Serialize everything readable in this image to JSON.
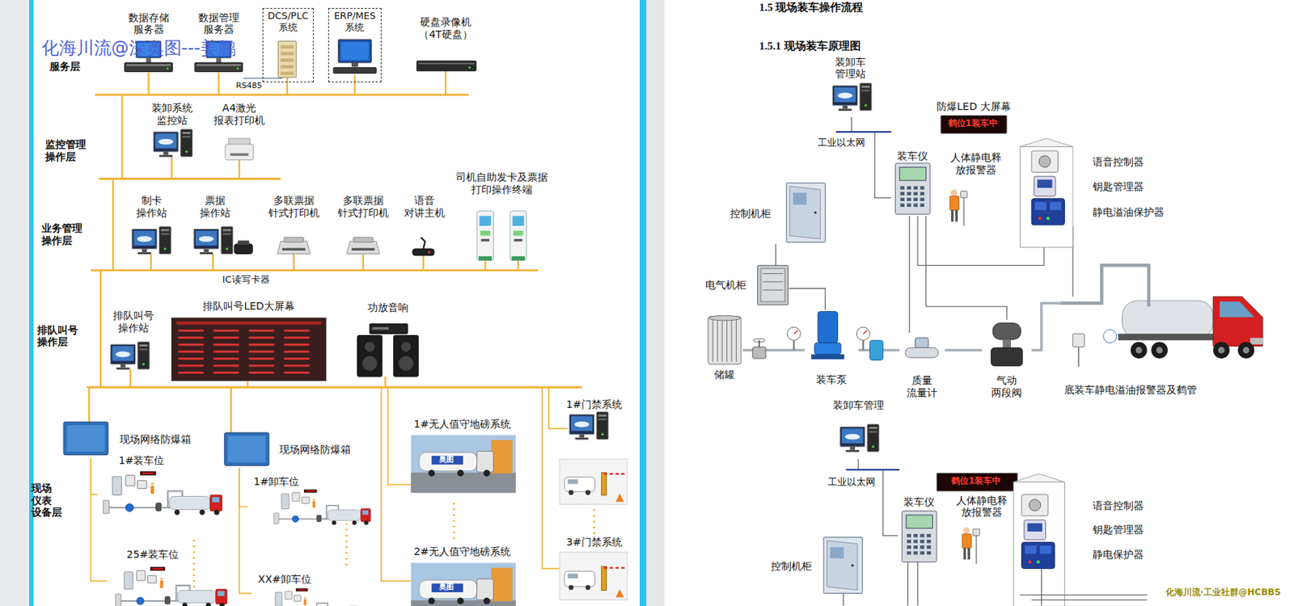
{
  "diagram": {
    "title": "1.5 现场装车操作流程",
    "nodes": [
      {
        "text": [
          "数据存储 服务器"
        ]
      },
      {
        "text": [
          "数据管理 服务器"
        ]
      },
      {
        "text": [
          "DCS/PLC 系统"
        ]
      },
      {
        "text": [
          "ERP/MES 系统"
        ]
      },
      {
        "text": [
          "硬盘录像机 （4T硬盘）"
        ]
      },
      {
        "text": [
          "装卸系统 监控站"
        ]
      },
      {
        "text": [
          "A4激光 报表打印机"
        ]
      },
      {
        "text": [
          "司机自助发卡及票据 打印操作终端"
        ]
      },
      {
        "text": [
          "制卡 操作站"
        ]
      },
      {
        "text": [
          "票据 操作站"
        ]
      },
      {
        "text": [
          "多联票据 针式打印机"
        ]
      },
      {
        "text": [
          "多联票据 针式打印机"
        ]
      },
      {
        "text": [
          "语音 对讲主机"
        ]
      },
      {
        "text": [
          "排队叫号 操作站"
        ]
      },
      {
        "text": [
          "排队叫号LED大屏幕"
        ]
      },
      {
        "text": [
          "功放音响"
        ]
      },
      {
        "text": [
          "现场网络防爆箱"
        ]
      },
      {
        "text": [
          "1#装车位"
        ]
      },
      {
        "text": [
          "25#装车位"
        ]
      },
      {
        "text": [
          "现场网络防爆箱"
        ]
      },
      {
        "text": [
          "1#卸车位"
        ]
      },
      {
        "text": [
          "XX#卸车位"
        ]
      },
      {
        "text": [
          "1#无人值守地磅系统"
        ]
      },
      {
        "text": [
          "2#无人值守地磅系统"
        ]
      },
      {
        "text": [
          "1#门禁系统"
        ]
      },
      {
        "text": [
          "3#门禁系统"
        ]
      },
      {
        "text": [
          "装卸车 管理站"
        ]
      },
      {
        "text": [
          "防爆LED 大屏幕"
        ]
      },
      {
        "text": [
          "装车仪"
        ]
      },
      {
        "text": [
          "人体静电释 放报警器"
        ]
      },
      {
        "text": [
          "语音控制器"
        ]
      },
      {
        "text": [
          "钥匙管理器"
        ]
      },
      {
        "text": [
          "静电溢油保护器"
        ]
      },
      {
        "text": [
          "控制机柜"
        ]
      },
      {
        "text": [
          "电气机柜"
        ]
      },
      {
        "text": [
          "储罐"
        ]
      },
      {
        "text": [
          "装车泵"
        ]
      },
      {
        "text": [
          "质量 流量计"
        ]
      },
      {
        "text": [
          "气动 两段阀"
        ]
      },
      {
        "text": [
          "底装车静电溢油报警器及鹤管"
        ]
      },
      {
        "text": [
          "装卸车管理"
        ]
      },
      {
        "text": [
          "装车仪"
        ]
      },
      {
        "text": [
          "人体静电释 放报警器"
        ]
      },
      {
        "text": [
          "语音控制器"
        ]
      },
      {
        "text": [
          "钥匙管理器"
        ]
      },
      {
        "text": [
          "静电保护器"
        ]
      },
      {
        "text": [
          "控制机柜"
        ]
      }
    ],
    "edges": [
      {
        "from": 16,
        "to": 17,
        "arrow": "none"
      },
      {
        "from": 16,
        "to": 18,
        "arrow": "none"
      },
      {
        "from": 19,
        "to": 20,
        "arrow": "none"
      },
      {
        "from": 19,
        "to": 21,
        "arrow": "none"
      },
      {
        "from": 26,
        "to": 28,
        "arrow": "none"
      },
      {
        "from": 33,
        "to": 34,
        "arrow": "none"
      },
      {
        "from": 34,
        "to": 36,
        "arrow": "none"
      },
      {
        "from": 35,
        "to": 36,
        "arrow": "none"
      },
      {
        "from": 36,
        "to": 37,
        "arrow": "none"
      },
      {
        "from": 37,
        "to": 38,
        "arrow": "none"
      },
      {
        "from": 38,
        "to": 39,
        "arrow": "none"
      },
      {
        "from": 28,
        "to": 37,
        "arrow": "none"
      },
      {
        "from": 28,
        "to": 38,
        "arrow": "none"
      },
      {
        "from": 28,
        "to": 32,
        "arrow": "none"
      },
      {
        "from": 32,
        "to": 39,
        "arrow": "none"
      },
      {
        "from": 40,
        "to": 41,
        "arrow": "none"
      }
    ],
    "labels": [
      "化海川流@深奥图---姜鹏",
      "服务层",
      "RS485",
      "监控管理 操作层",
      "业务管理 操作层",
      "IC读写卡器",
      "排队叫号 操作层",
      "现场 仪表 设备层",
      "奥图",
      "奥图",
      "1.5.1 现场装车原理图",
      "鹤位1装车中",
      "工业以太网",
      "鹤位1装车中",
      "工业以太网",
      "化海川流·工业社群@HCBBS"
    ]
  }
}
